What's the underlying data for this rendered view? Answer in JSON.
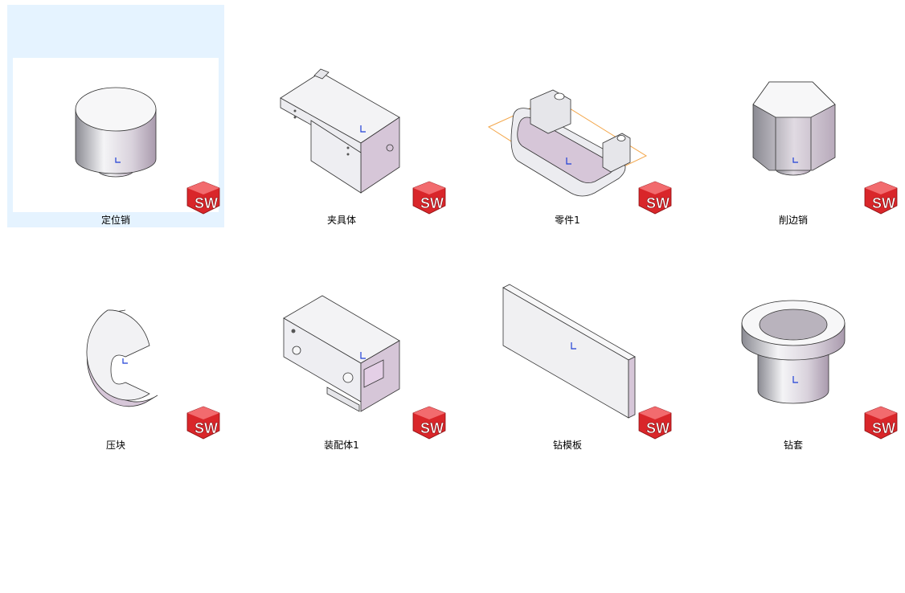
{
  "explorer": {
    "view": "large-icons",
    "selected_index": 0,
    "colors": {
      "selection_bg": "#e5f3ff",
      "sw_badge_red": "#d9262a",
      "part_face": "#e8e8ec",
      "part_shade": "#c9b9cc",
      "origin_axis": "#1f3fd6",
      "plane": "#f3a64a"
    },
    "files": [
      {
        "label": "定位销",
        "icon": "locating-pin-part-icon"
      },
      {
        "label": "夹具体",
        "icon": "fixture-body-part-icon"
      },
      {
        "label": "零件1",
        "icon": "part1-icon"
      },
      {
        "label": "削边销",
        "icon": "diamond-pin-part-icon"
      },
      {
        "label": "压块",
        "icon": "c-washer-part-icon"
      },
      {
        "label": "装配体1",
        "icon": "assembly1-icon"
      },
      {
        "label": "钻模板",
        "icon": "drill-plate-part-icon"
      },
      {
        "label": "钻套",
        "icon": "drill-bushing-part-icon"
      }
    ]
  }
}
